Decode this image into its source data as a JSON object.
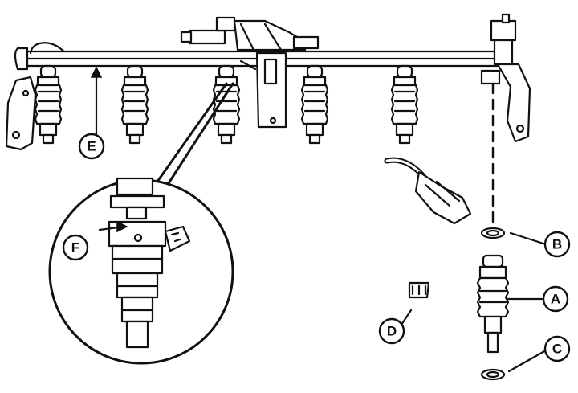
{
  "diagram": {
    "callouts": [
      {
        "id": "E",
        "text": "E"
      },
      {
        "id": "F",
        "text": "F"
      },
      {
        "id": "B",
        "text": "B"
      },
      {
        "id": "A",
        "text": "A"
      },
      {
        "id": "C",
        "text": "C"
      },
      {
        "id": "D",
        "text": "D"
      }
    ],
    "colors": {
      "ink": "#111111",
      "paper": "#ffffff"
    }
  }
}
